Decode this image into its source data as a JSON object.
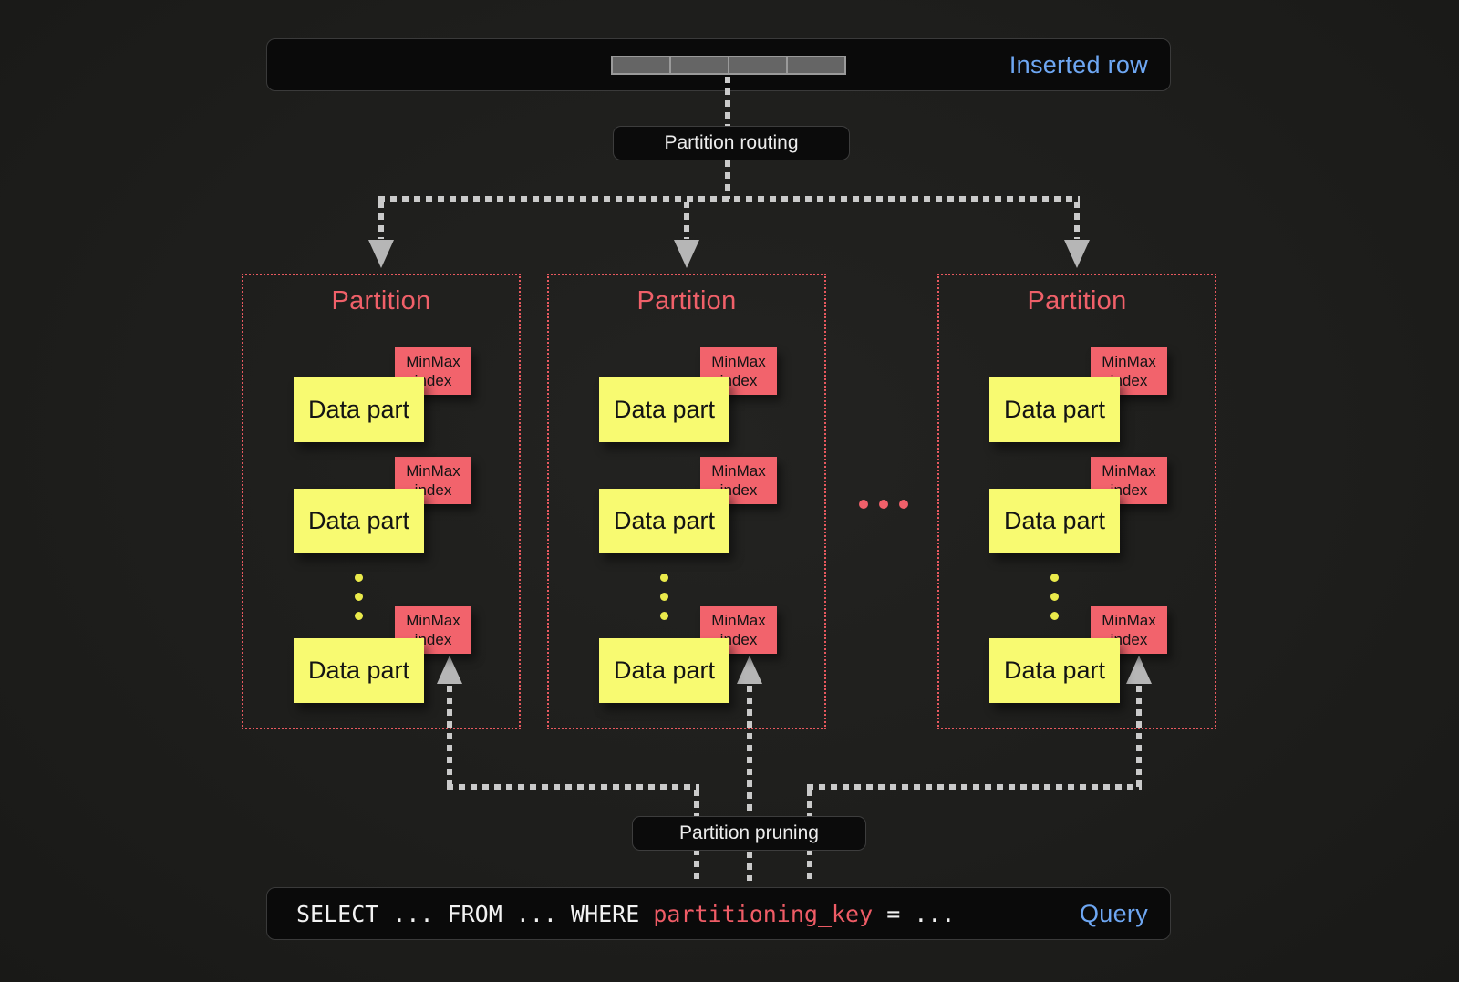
{
  "inserted_row": {
    "label": "Inserted row",
    "segments": 4
  },
  "flow": {
    "routing_label": "Partition routing",
    "pruning_label": "Partition pruning"
  },
  "partitions": [
    {
      "title": "Partition",
      "parts": [
        {
          "label": "Data part",
          "tag": "MinMax index"
        },
        {
          "label": "Data part",
          "tag": "MinMax index"
        },
        {
          "label": "Data part",
          "tag": "MinMax index"
        }
      ]
    },
    {
      "title": "Partition",
      "parts": [
        {
          "label": "Data part",
          "tag": "MinMax index"
        },
        {
          "label": "Data part",
          "tag": "MinMax index"
        },
        {
          "label": "Data part",
          "tag": "MinMax index"
        }
      ]
    },
    {
      "title": "Partition",
      "parts": [
        {
          "label": "Data part",
          "tag": "MinMax index"
        },
        {
          "label": "Data part",
          "tag": "MinMax index"
        },
        {
          "label": "Data part",
          "tag": "MinMax index"
        }
      ]
    }
  ],
  "query": {
    "prefix": "SELECT ... FROM ... WHERE ",
    "key": "partitioning_key",
    "suffix": " = ...",
    "label": "Query"
  },
  "colors": {
    "partition_red": "#f06069",
    "tag_red": "#f2636c",
    "part_yellow": "#f8fa71",
    "blue_label": "#6ea7f3",
    "dash_gray": "#cacaca"
  }
}
